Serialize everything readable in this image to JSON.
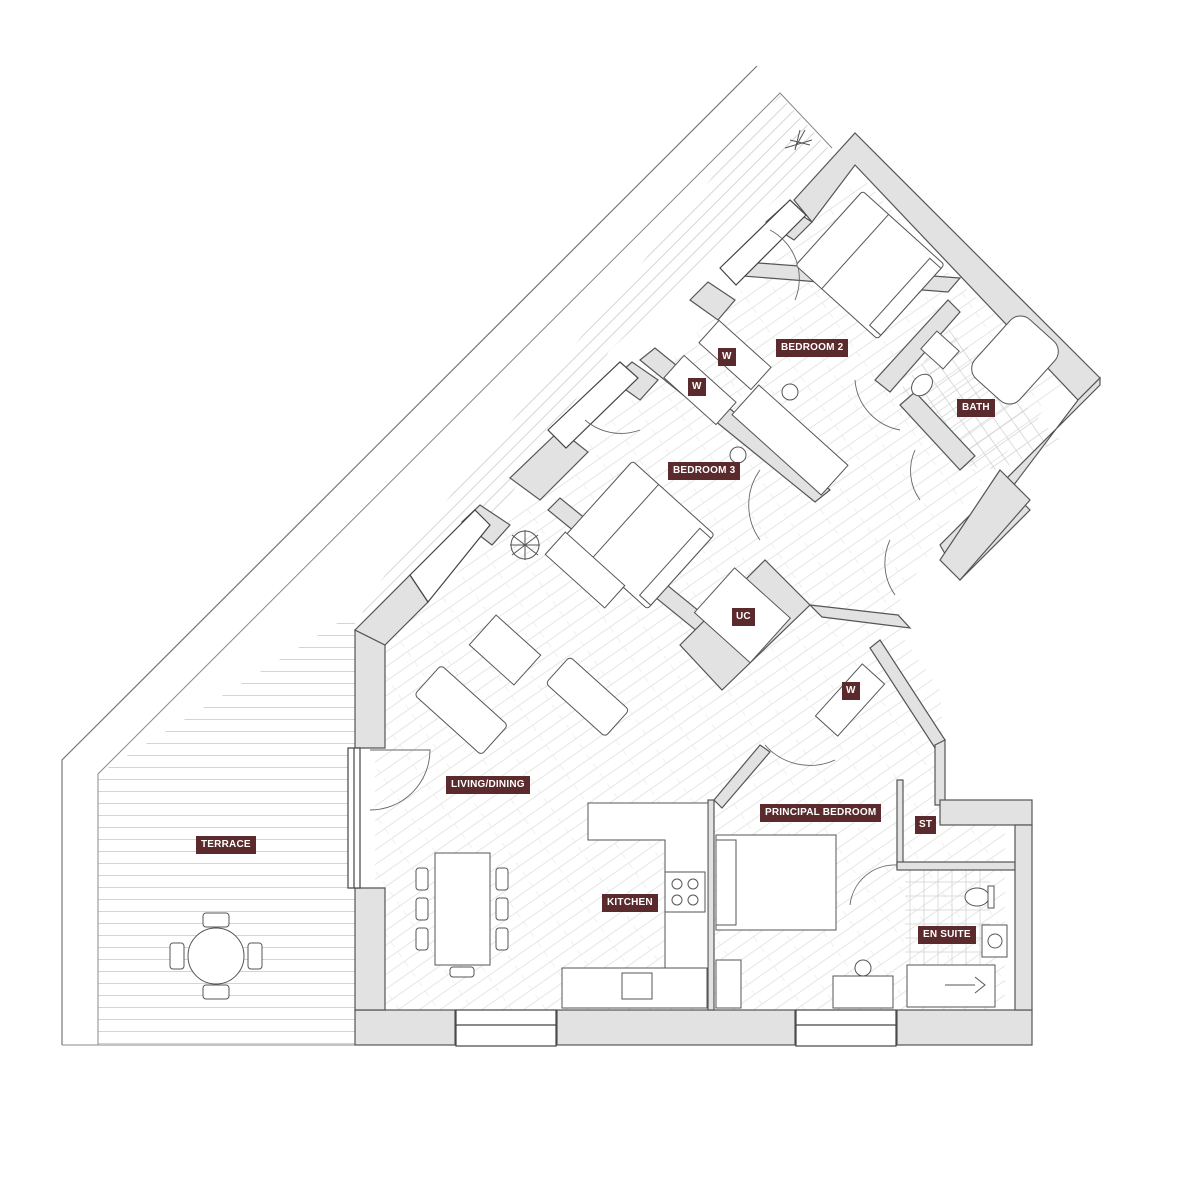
{
  "rooms": {
    "terrace": "TERRACE",
    "living_dining": "LIVING/DINING",
    "kitchen": "KITCHEN",
    "bedroom_2": "BEDROOM 2",
    "bedroom_3": "BEDROOM 3",
    "bath": "BATH",
    "utility_cupboard": "UC",
    "wardrobe_1": "W",
    "wardrobe_2": "W",
    "wardrobe_3": "W",
    "principal_bedroom": "PRINCIPAL BEDROOM",
    "store": "ST",
    "en_suite": "EN SUITE"
  },
  "colors": {
    "label_background": "#5a2a2c",
    "label_text": "#ffffff",
    "wall_fill": "#e2e2e2",
    "wall_stroke": "#555555",
    "floor_hatch": "#c8c8c8"
  }
}
